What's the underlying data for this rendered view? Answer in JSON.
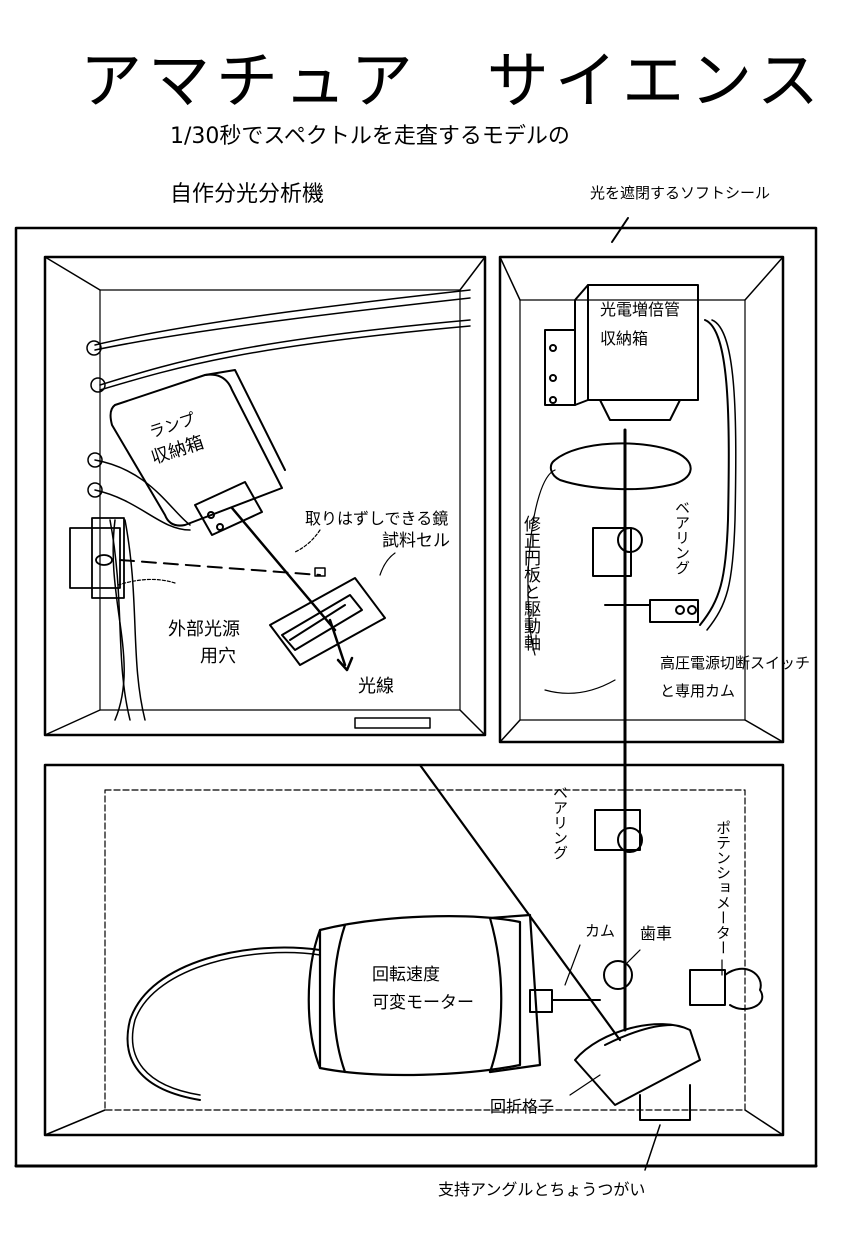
{
  "header": {
    "title": "アマチュア　サイエンス",
    "subtitle_line1": "1/30秒でスペクトルを走査するモデルの",
    "subtitle_line2": "自作分光分析機"
  },
  "labels": {
    "light_seal": "光を遮閉するソフトシール",
    "lamp_housing": [
      "ランプ",
      "収納箱"
    ],
    "removable_mirror": "取りはずしできる鏡",
    "sample_cell": "試料セル",
    "external_light_source": [
      "外部光源",
      "用穴"
    ],
    "light_beam": "光線",
    "photomultiplier_housing": [
      "光電増倍管",
      "収納箱"
    ],
    "correction_disk_drive_shaft": "修正円板と駆動軸",
    "bearing_upper": "ベアリング",
    "hv_cutoff_switch": [
      "高圧電源切断スイッチ",
      "と専用カム"
    ],
    "bearing_lower": "ベアリング",
    "potentiometer": "ポテンショメーター",
    "cam": "カム",
    "gear": "歯車",
    "variable_speed_motor": [
      "回転速度",
      "可変モーター"
    ],
    "diffraction_grating": "回折格子",
    "support_angle_hinge": "支持アングルとちょうつがい"
  }
}
